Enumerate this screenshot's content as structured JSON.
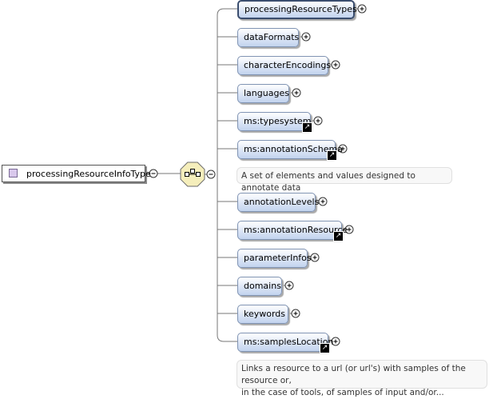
{
  "root": {
    "name": "processingResourceInfoType"
  },
  "compositor": {
    "kind": "sequence"
  },
  "elements": [
    {
      "name": "processingResourceTypes",
      "ref": false
    },
    {
      "name": "dataFormats",
      "ref": false
    },
    {
      "name": "characterEncodings",
      "ref": false
    },
    {
      "name": "languages",
      "ref": false
    },
    {
      "name": "ms:typesystem",
      "ref": true
    },
    {
      "name": "ms:annotationSchema",
      "ref": true
    },
    {
      "name": "annotationLevels",
      "ref": false
    },
    {
      "name": "ms:annotationResource",
      "ref": true
    },
    {
      "name": "parameterInfos",
      "ref": false
    },
    {
      "name": "domains",
      "ref": false
    },
    {
      "name": "keywords",
      "ref": false
    },
    {
      "name": "ms:samplesLocation",
      "ref": true
    }
  ],
  "annotations": {
    "annotationSchema": "A set of elements and values designed to annotate data",
    "samplesLocation": {
      "line1": "Links a resource to a url (or url's) with samples of the resource or,",
      "line2": "in the case of tools, of samples of input and/or..."
    }
  },
  "colors": {
    "element_fill": "#c2d3ee",
    "element_border": "#7f93b3",
    "type_icon": "#d9c8ec",
    "compositor": "#f5eebb"
  }
}
